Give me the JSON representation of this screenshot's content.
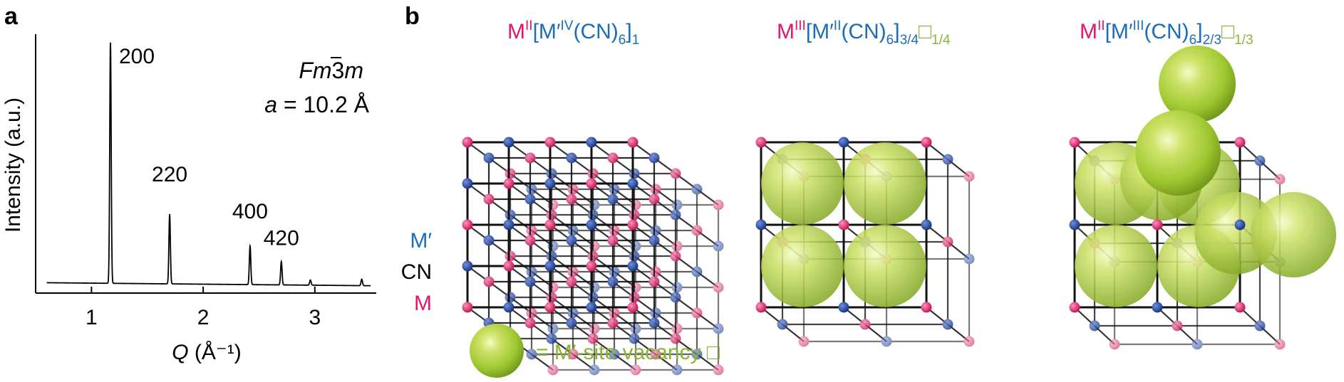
{
  "panel_a": {
    "label": "a",
    "space_group": {
      "base": "Fm",
      "bar": "3",
      "end": "m"
    },
    "lattice": {
      "symbol": "a",
      "rest": " = 10.2 Å"
    },
    "peak_labels": [
      "200",
      "220",
      "400",
      "420"
    ]
  },
  "chart_data": {
    "type": "line",
    "title": "",
    "xlabel": {
      "italic": "Q",
      "rest": " (Å⁻¹)"
    },
    "ylabel": "Intensity (a.u.)",
    "xlim": [
      0.5,
      3.55
    ],
    "ylim": [
      0,
      1.0
    ],
    "xticks": [
      "1",
      "2",
      "3"
    ],
    "xtick_values": [
      1,
      2,
      3
    ],
    "baseline": 0.04,
    "peaks": [
      {
        "label": "200",
        "q": 1.17,
        "height": 0.93
      },
      {
        "label": "220",
        "q": 1.7,
        "height": 0.27
      },
      {
        "label": "400",
        "q": 2.42,
        "height": 0.15
      },
      {
        "label": "420",
        "q": 2.7,
        "height": 0.09
      },
      {
        "label": "",
        "q": 2.96,
        "height": 0.02
      },
      {
        "label": "",
        "q": 3.42,
        "height": 0.025
      }
    ]
  },
  "panel_b": {
    "label": "b",
    "formulas": [
      {
        "m": "M",
        "m_sup": "II",
        "mp": "[M′",
        "mp_sup": "IV",
        "cn": "(CN)",
        "cn_sub": "6",
        "close": "]",
        "close_sub": "1",
        "vac": "",
        "vac_sub": ""
      },
      {
        "m": "M",
        "m_sup": "III",
        "mp": "[M′",
        "mp_sup": "II",
        "cn": "(CN)",
        "cn_sub": "6",
        "close": "]",
        "close_sub": "3/4",
        "vac": "□",
        "vac_sub": "1/4"
      },
      {
        "m": "M",
        "m_sup": "II",
        "mp": "[M′",
        "mp_sup": "III",
        "cn": "(CN)",
        "cn_sub": "6",
        "close": "]",
        "close_sub": "2/3",
        "vac": "□",
        "vac_sub": "1/3"
      }
    ],
    "legend": {
      "mprime": "M′",
      "cn": "CN",
      "m": "M"
    },
    "vacancy_legend": "= M′-site vacancy □",
    "colors": {
      "m": "#e0176e",
      "mprime": "#1c6db8",
      "vacancy": "#8cb434",
      "atom_m": "#d81b60",
      "atom_mprime": "#2244a0",
      "sphere": "#9dc72f"
    }
  }
}
